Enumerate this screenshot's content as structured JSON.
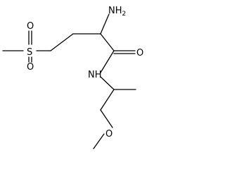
{
  "molecule": {
    "atoms": {
      "amine_N": "NH",
      "amine_h_count": "2",
      "carbonyl_O": "O",
      "amide_N": "NH",
      "sulfur": "S",
      "sulfonyl_O_top": "O",
      "sulfonyl_O_bottom": "O",
      "ether_O": "O"
    },
    "colors": {
      "bond": "#000000",
      "label": "#000000",
      "background": "#ffffff"
    }
  }
}
